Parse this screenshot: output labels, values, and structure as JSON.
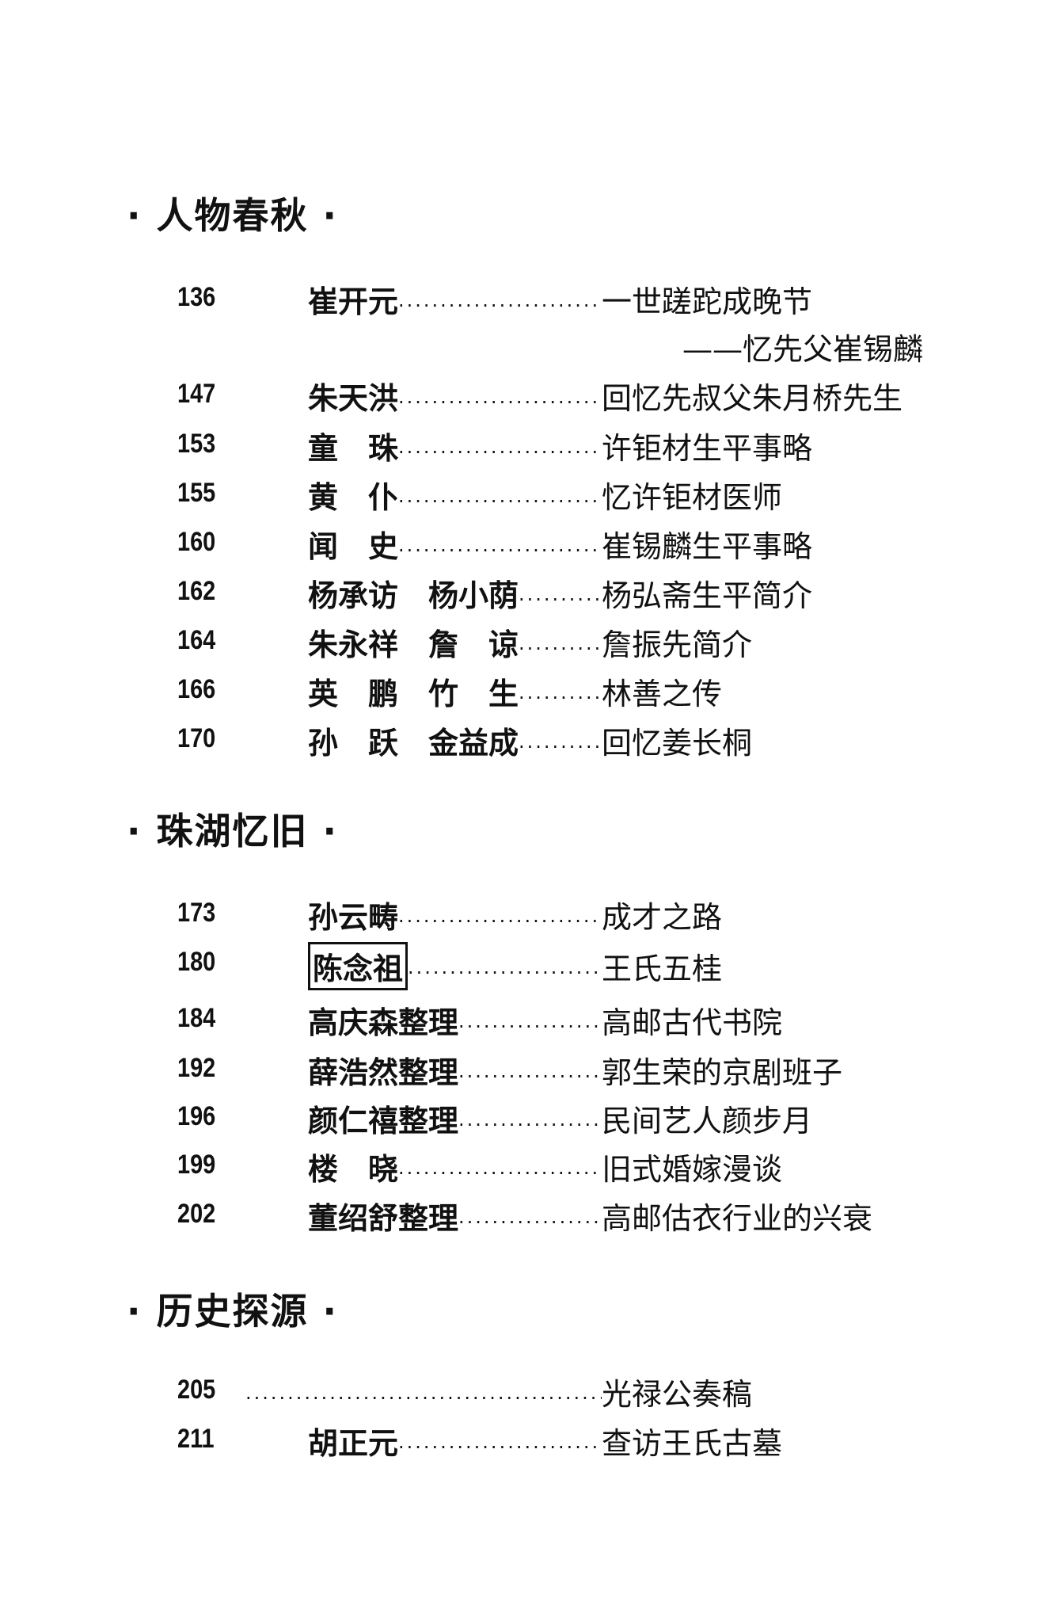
{
  "sections": [
    {
      "heading": "· 人物春秋 ·",
      "entries": [
        {
          "page": "136",
          "author": "崔开元",
          "title": "一世蹉跎成晚节",
          "subtitle": "——忆先父崔锡麟"
        },
        {
          "page": "147",
          "author": "朱天洪",
          "title": "回忆先叔父朱月桥先生"
        },
        {
          "page": "153",
          "author": "童　珠",
          "title": "许钜材生平事略"
        },
        {
          "page": "155",
          "author": "黄　仆",
          "title": "忆许钜材医师"
        },
        {
          "page": "160",
          "author": "闻　史",
          "title": "崔锡麟生平事略"
        },
        {
          "page": "162",
          "author": "杨承访　杨小荫",
          "title": "杨弘斋生平简介"
        },
        {
          "page": "164",
          "author": "朱永祥　詹　谅",
          "title": "詹振先简介"
        },
        {
          "page": "166",
          "author": "英　鹏　竹　生",
          "title": "林善之传"
        },
        {
          "page": "170",
          "author": "孙　跃　金益成",
          "title": "回忆姜长桐"
        }
      ]
    },
    {
      "heading": "· 珠湖忆旧 ·",
      "entries": [
        {
          "page": "173",
          "author": "孙云畴",
          "title": " 成才之路"
        },
        {
          "page": "180",
          "author": "陈念祖",
          "title": "王氏五桂",
          "boxed": true
        },
        {
          "page": "184",
          "author": "高庆森整理",
          "title": "高邮古代书院"
        },
        {
          "page": "192",
          "author": "薛浩然整理",
          "title": "郭生荣的京剧班子"
        },
        {
          "page": "196",
          "author": "颜仁禧整理",
          "title": "民间艺人颜步月"
        },
        {
          "page": "199",
          "author": "楼　晓",
          "title": "旧式婚嫁漫谈"
        },
        {
          "page": "202",
          "author": "董绍舒整理",
          "title": "高邮估衣行业的兴衰"
        }
      ]
    },
    {
      "heading": "· 历史探源 ·",
      "entries": [
        {
          "page": "205",
          "author": "",
          "title": "光禄公奏稿"
        },
        {
          "page": "211",
          "author": "胡正元",
          "title": "查访王氏古墓"
        }
      ]
    }
  ]
}
